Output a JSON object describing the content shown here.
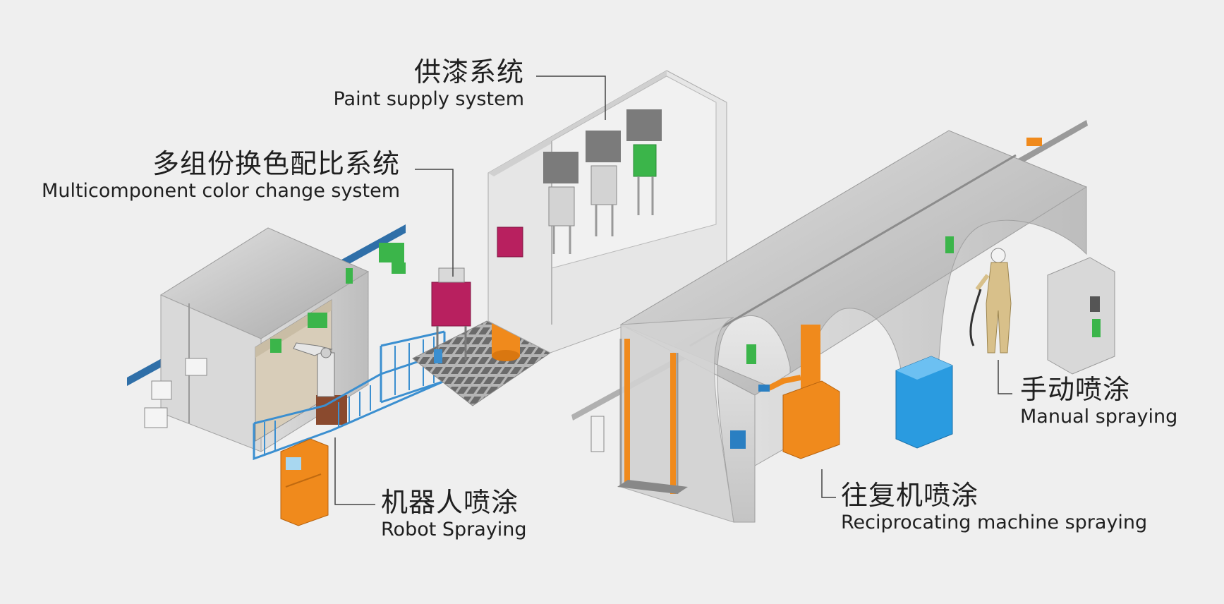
{
  "labels": {
    "paint_supply": {
      "zh": "供漆系统",
      "en": "Paint supply system"
    },
    "multicomponent": {
      "zh": "多组份换色配比系统",
      "en": "Multicomponent color change system"
    },
    "robot": {
      "zh": "机器人喷涂",
      "en": "Robot Spraying"
    },
    "reciprocating": {
      "zh": "往复机喷涂",
      "en": "Reciprocating machine spraying"
    },
    "manual": {
      "zh": "手动喷涂",
      "en": "Manual spraying"
    }
  },
  "colors": {
    "background": "#efefef",
    "booth_gray": "#cfcfcf",
    "rail_blue": "#2f6fa8",
    "fence_blue": "#3b8fd0",
    "accent_green": "#3bb54a",
    "magenta": "#b8205f",
    "orange": "#f08a1c",
    "cabinet_blue": "#2a9be0",
    "leader_line": "#444444"
  },
  "icons": [
    "spray-booth-icon",
    "paint-tank-icon",
    "robot-arm-icon",
    "control-panel-icon",
    "fence-icon",
    "reciprocator-icon",
    "painter-figure-icon",
    "electric-cabinet-icon"
  ]
}
